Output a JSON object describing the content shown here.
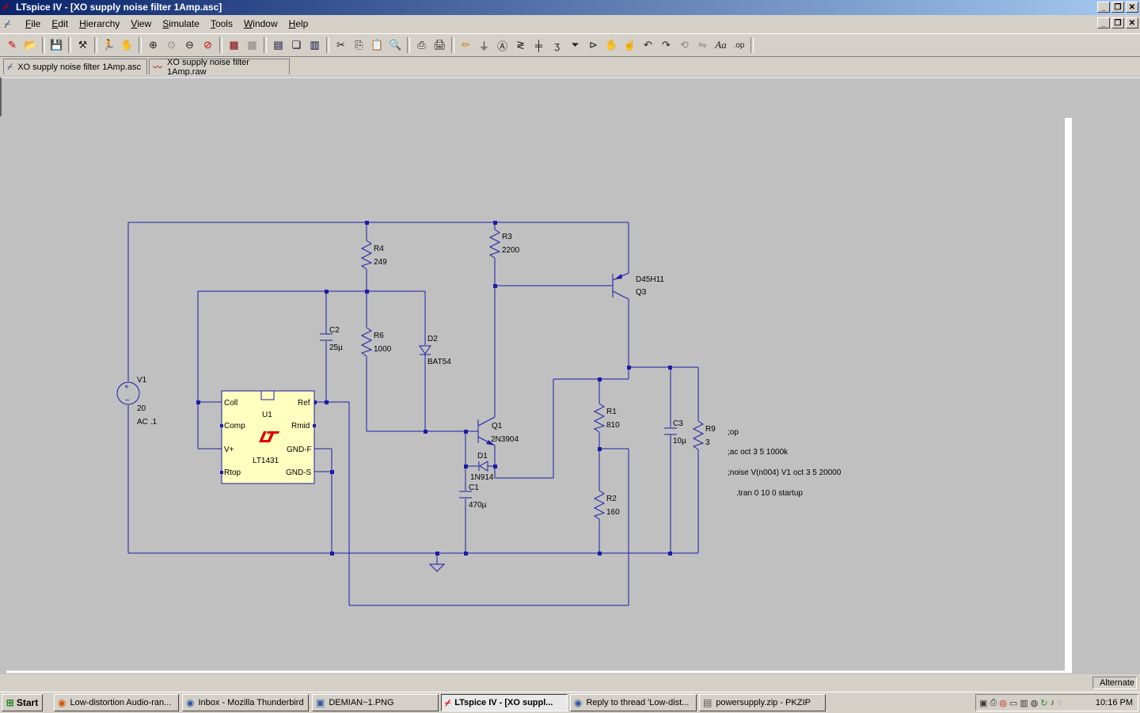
{
  "window": {
    "title": "LTspice IV - [XO supply noise filter 1Amp.asc]"
  },
  "menu": {
    "items": [
      "File",
      "Edit",
      "Hierarchy",
      "View",
      "Simulate",
      "Tools",
      "Window",
      "Help"
    ]
  },
  "tabs": [
    {
      "label": "XO supply noise filter 1Amp.asc",
      "icon": "schematic-icon"
    },
    {
      "label": "XO supply noise filter 1Amp.raw",
      "icon": "waveform-icon"
    }
  ],
  "schematic": {
    "components": {
      "r4": {
        "ref": "R4",
        "value": "249"
      },
      "r3": {
        "ref": "R3",
        "value": "2200"
      },
      "r6": {
        "ref": "R6",
        "value": "1000"
      },
      "r1": {
        "ref": "R1",
        "value": "810"
      },
      "r2": {
        "ref": "R2",
        "value": "160"
      },
      "r9": {
        "ref": "R9",
        "value": "3"
      },
      "c2": {
        "ref": "C2",
        "value": "25µ"
      },
      "c1": {
        "ref": "C1",
        "value": "470µ"
      },
      "c3": {
        "ref": "C3",
        "value": "10µ"
      },
      "d2": {
        "ref": "D2",
        "value": "BAT54"
      },
      "d1": {
        "ref": "D1",
        "value": "1N914"
      },
      "q1": {
        "ref": "Q1",
        "value": "2N3904"
      },
      "q3": {
        "ref": "Q3",
        "value": "D45H11"
      },
      "v1": {
        "ref": "V1",
        "value": "20",
        "ac": "AC .1"
      },
      "u1": {
        "ref": "U1",
        "part": "LT1431",
        "pins": {
          "coll": "Coll",
          "ref": "Ref",
          "comp": "Comp",
          "rmid": "Rmid",
          "vplus": "V+",
          "gndf": "GND-F",
          "rtop": "Rtop",
          "gnds": "GND-S"
        }
      }
    },
    "directives": [
      ";op",
      ";ac oct 3 5 1000k",
      ";noise V(n004) V1 oct 3 5 20000",
      ".tran 0 10 0 startup"
    ]
  },
  "status": {
    "mode": "Alternate"
  },
  "taskbar": {
    "start_label": "Start",
    "tasks": [
      {
        "label": "Low-distortion Audio-ran...",
        "icon": "firefox-icon"
      },
      {
        "label": "Inbox - Mozilla Thunderbird",
        "icon": "thunderbird-icon"
      },
      {
        "label": "DEMIAN~1.PNG",
        "icon": "image-icon"
      },
      {
        "label": "LTspice IV - [XO suppl...",
        "icon": "ltspice-icon"
      },
      {
        "label": "Reply to thread 'Low-dist...",
        "icon": "browser-icon"
      },
      {
        "label": "powersupply.zip - PKZIP",
        "icon": "zip-icon"
      }
    ],
    "clock": "10:16 PM"
  }
}
